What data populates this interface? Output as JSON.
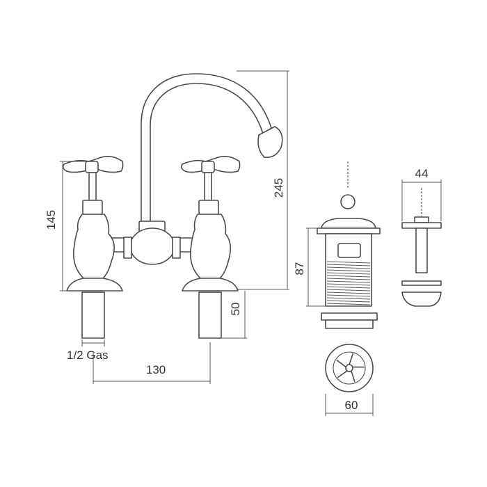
{
  "dimensions": {
    "tap_height": "145",
    "spout_height": "245",
    "shank_length": "50",
    "thread_size": "1/2 Gas",
    "tap_centres": "130",
    "waste_body_height": "87",
    "waste_flange_width": "44",
    "waste_grate_diameter": "60"
  }
}
